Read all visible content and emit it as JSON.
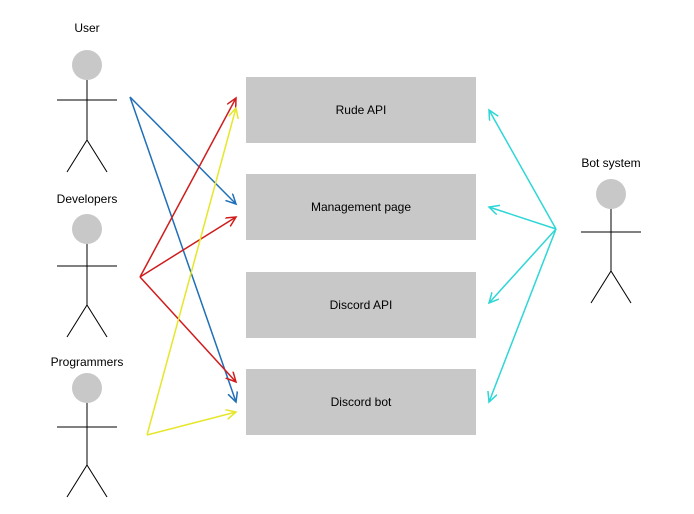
{
  "actors": {
    "user": {
      "label": "User"
    },
    "developers": {
      "label": "Developers"
    },
    "programmers": {
      "label": "Programmers"
    },
    "bot_system": {
      "label": "Bot system"
    }
  },
  "components": {
    "rude_api": {
      "label": "Rude API"
    },
    "management_page": {
      "label": "Management page"
    },
    "discord_api": {
      "label": "Discord API"
    },
    "discord_bot": {
      "label": "Discord bot"
    }
  },
  "colors": {
    "actor_head": "#c8c8c8",
    "box": "#c8c8c8",
    "user_arrows": "#1f6fb8",
    "developer_arrows": "#d01c1c",
    "programmer_arrows": "#e6e62a",
    "bot_system_arrows": "#2ed6d6"
  },
  "relations": [
    {
      "from": "User",
      "to": [
        "Management page",
        "Discord bot"
      ],
      "color": "user_arrows"
    },
    {
      "from": "Developers",
      "to": [
        "Rude API",
        "Management page",
        "Discord bot"
      ],
      "color": "developer_arrows"
    },
    {
      "from": "Programmers",
      "to": [
        "Rude API",
        "Discord bot"
      ],
      "color": "programmer_arrows"
    },
    {
      "from": "Bot system",
      "to": [
        "Rude API",
        "Management page",
        "Discord API",
        "Discord bot"
      ],
      "color": "bot_system_arrows"
    }
  ]
}
